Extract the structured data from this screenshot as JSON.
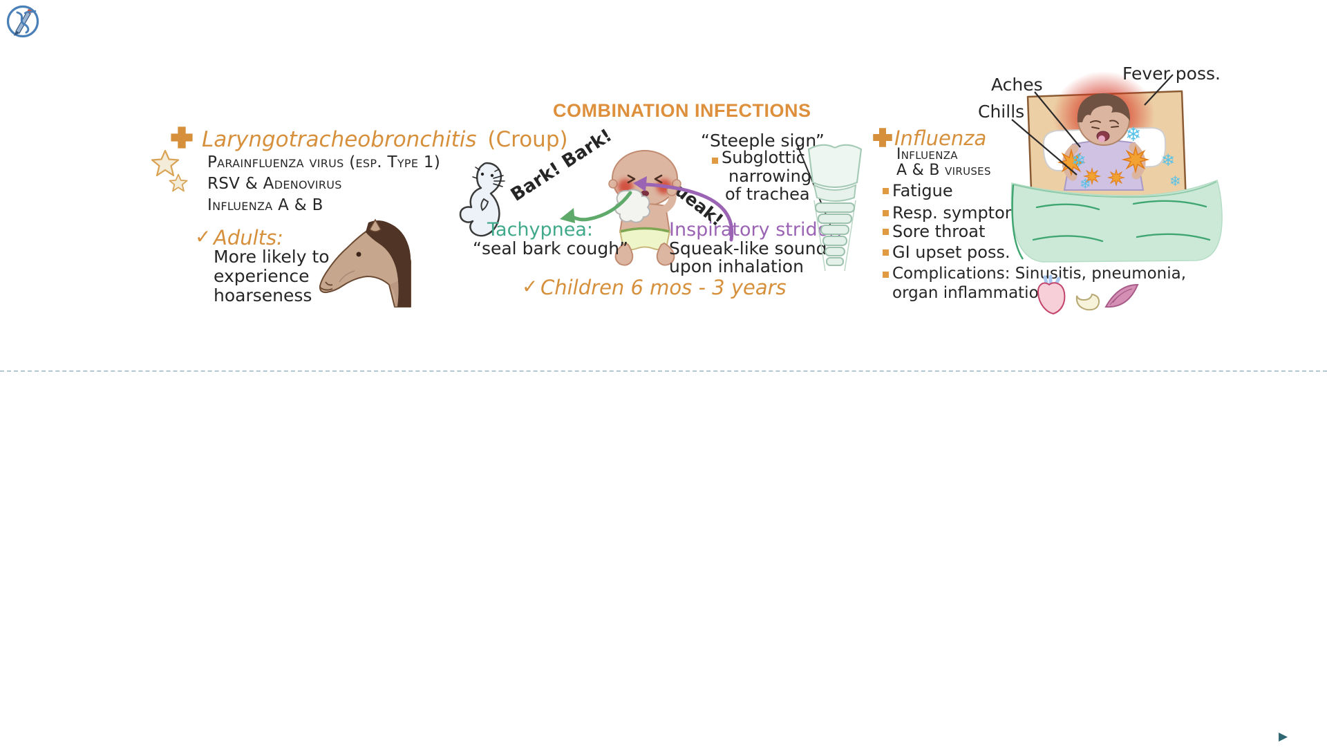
{
  "icons": {
    "check": "✓",
    "snowflake": "❄",
    "play": "▶"
  },
  "colors": {
    "accent_orange": "#d6903c",
    "title_orange": "#dd8f3c",
    "ink": "#262626",
    "teal": "#3fa98a",
    "purple": "#9a63b3",
    "logo_blue": "#4a80b8",
    "dashed_line": "#b3c7d1",
    "play_button": "#2e6672"
  },
  "header": {
    "title": "COMBINATION INFECTIONS"
  },
  "croup": {
    "heading": "Laryngotracheobronchitis",
    "heading_suffix": "(Croup)",
    "etiologies": [
      {
        "label": "Parainfluenza virus (esp. Type 1)"
      },
      {
        "label": "RSV & Adenovirus"
      },
      {
        "label": "Influenza A & B"
      }
    ],
    "adults_label": "Adults:",
    "adults_lines": [
      "More likely to",
      "experience",
      "hoarseness"
    ],
    "bark_text": "Bark! Bark!",
    "squeak_text": "Squeak!",
    "tachypnea_label": "Tachypnea:",
    "tachypnea_desc": "“seal bark cough”",
    "stridor_label": "Inspiratory stridor:",
    "stridor_lines": [
      "Squeak-like sound",
      "upon inhalation"
    ],
    "age_note": "Children 6 mos - 3 years",
    "steeple_label": "“Steeple sign”",
    "steeple_lines": [
      "Subglottic",
      "narrowing",
      "of trachea"
    ]
  },
  "influenza": {
    "heading": "Influenza",
    "virus_lines": [
      "Influenza",
      "A & B viruses"
    ],
    "bullets": [
      "Fatigue",
      "Resp. symptoms",
      "Sore throat",
      "GI upset poss."
    ],
    "complication_lines": [
      "Complications: Sinusitis, pneumonia,",
      "organ inflammation."
    ],
    "callouts": {
      "aches": "Aches",
      "chills": "Chills",
      "fever": "Fever poss."
    }
  }
}
